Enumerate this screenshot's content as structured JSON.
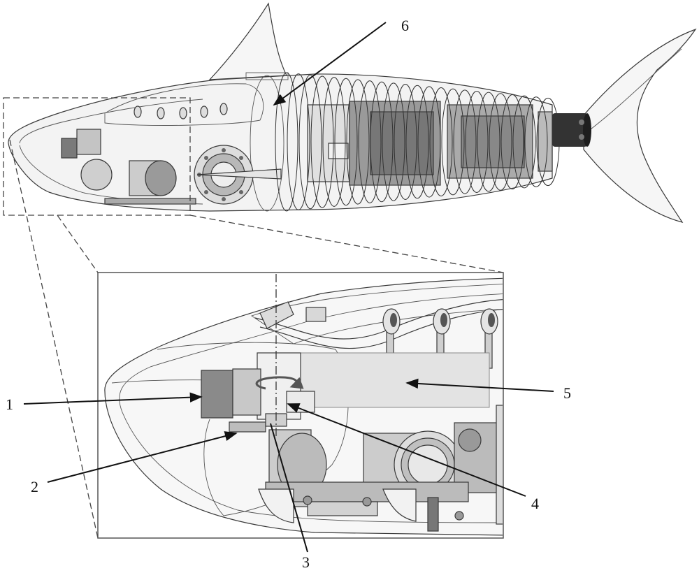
{
  "figure": {
    "callouts": [
      {
        "label": "1"
      },
      {
        "label": "2"
      },
      {
        "label": "3"
      },
      {
        "label": "4"
      },
      {
        "label": "5"
      },
      {
        "label": "6"
      }
    ]
  },
  "colors": {
    "line": "#3a3a3a",
    "shade_dark": "#7a7a7a",
    "shade_mid": "#b5b5b5",
    "shade_light": "#e2e2e2",
    "background": "#ffffff"
  }
}
